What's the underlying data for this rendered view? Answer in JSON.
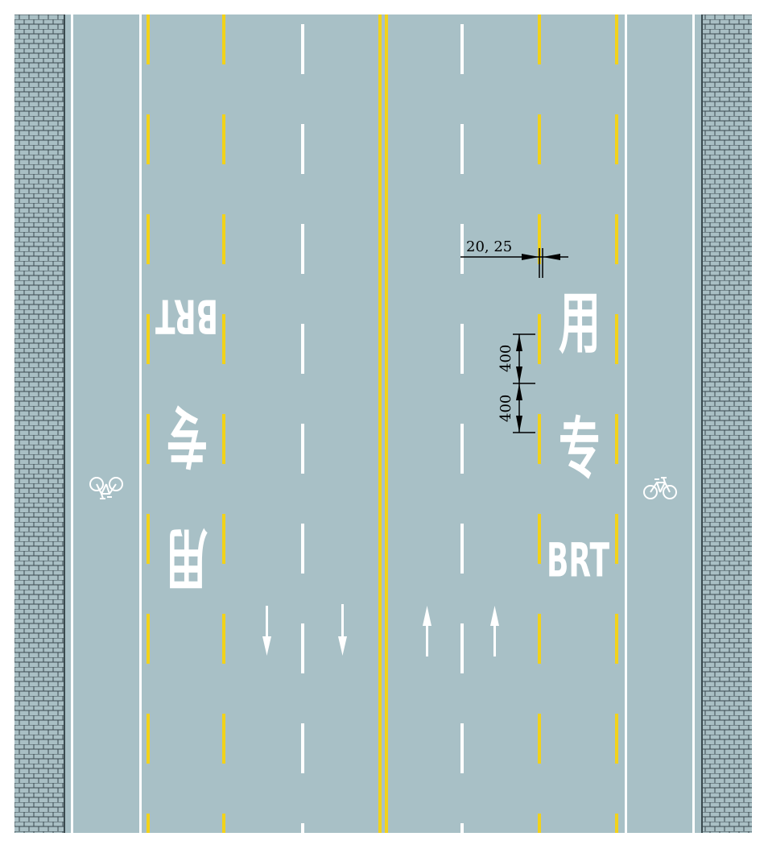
{
  "colors": {
    "asphalt": "#a8c0c6",
    "lane_white": "#ffffff",
    "lane_yellow": "#f2d21a",
    "curb_brick": "#a9bfc4",
    "brick_line": "#3a4a4f",
    "dimension": "#000000"
  },
  "markings": {
    "lane_label_latin": "BRT",
    "lane_label_char_1": "专",
    "lane_label_char_2": "用",
    "bike_symbol": "bicycle-icon"
  },
  "dimensions": {
    "line_width_label": "20, 25",
    "dash_length_label": "400",
    "gap_length_label": "400"
  }
}
